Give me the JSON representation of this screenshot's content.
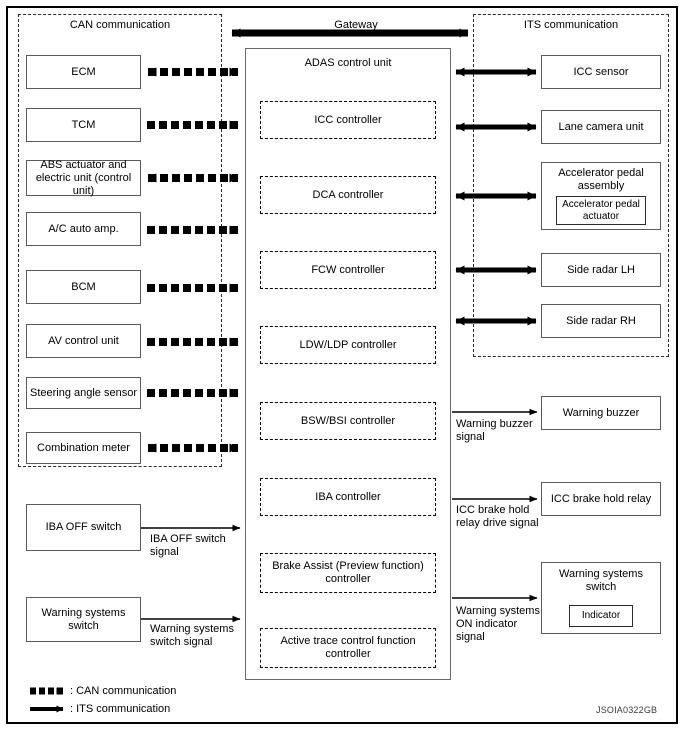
{
  "diagram": {
    "figure_code": "JSOIA0322GB",
    "groups": {
      "can": "CAN communication",
      "gateway": "Gateway",
      "its": "ITS communication"
    },
    "center": {
      "title": "ADAS control unit",
      "controllers": [
        "ICC controller",
        "DCA controller",
        "FCW controller",
        "LDW/LDP controller",
        "BSW/BSI controller",
        "IBA controller",
        "Brake Assist (Preview function) controller",
        "Active trace control function controller"
      ]
    },
    "left_nodes": [
      "ECM",
      "TCM",
      "ABS actuator and electric unit (control unit)",
      "A/C auto amp.",
      "BCM",
      "AV control unit",
      "Steering angle sensor",
      "Combination meter",
      "IBA OFF switch",
      "Warning systems switch"
    ],
    "right_nodes": [
      "ICC sensor",
      "Lane camera unit",
      "Accelerator pedal assembly",
      "Side radar LH",
      "Side radar RH",
      "Warning buzzer",
      "ICC brake hold relay",
      "Warning systems switch"
    ],
    "right_inner": {
      "accelerator_actuator": "Accelerator pedal actuator",
      "indicator": "Indicator"
    },
    "signals": {
      "iba_off_switch": "IBA OFF switch signal",
      "warning_systems_switch": "Warning systems switch signal",
      "warning_buzzer": "Warning buzzer signal",
      "icc_brake_hold_relay": "ICC brake hold relay drive signal",
      "warning_systems_on_indicator": "Warning systems ON indicator signal"
    },
    "legend": [
      {
        "key": "can",
        "label": ": CAN communication",
        "style": "dashed-arrow"
      },
      {
        "key": "its",
        "label": ": ITS communication",
        "style": "solid-arrow"
      }
    ]
  }
}
